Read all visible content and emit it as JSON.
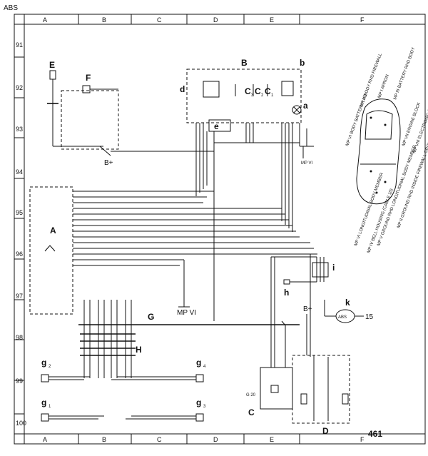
{
  "header": {
    "label": "ABS"
  },
  "grid": {
    "columns": [
      "A",
      "B",
      "C",
      "D",
      "E",
      "F"
    ],
    "rows": [
      "91",
      "92",
      "93",
      "94",
      "95",
      "96",
      "97",
      "98",
      "99",
      "100"
    ]
  },
  "figure_number": "461",
  "components": {
    "A": "A",
    "B": "B",
    "C": "C",
    "D": "D",
    "E": "E",
    "F": "F",
    "G": "G",
    "H": "H",
    "a": "a",
    "b": "b",
    "d": "d",
    "e": "e",
    "h": "h",
    "i": "i",
    "k": "k",
    "g1": "g",
    "g1_sub": "1",
    "g2": "g",
    "g2_sub": "2",
    "g3": "g",
    "g3_sub": "3",
    "g4": "g",
    "g4_sub": "4",
    "c1": "C",
    "c1_sub": "1",
    "c2": "C",
    "c2_sub": "2",
    "c3": "C",
    "c3_sub": "3"
  },
  "labels": {
    "b_plus_1": "B+",
    "b_plus_2": "B+",
    "mp_vi_1": "MP VI",
    "mp_vi_2": "MP VI",
    "g20": "G 20",
    "abs_unit": "ABS",
    "abs_terminal": "15"
  },
  "car_ground_points": [
    "MP X BODY RHD FIREWALL",
    "MP I APRON",
    "MP III BATTERY RHD BODY",
    "MP VII ENGINE BLOCK",
    "MP VIII ELECTRONIC GROUND INSIDE FIREWALL",
    "MP II GROUND RHD INSIDE FIREWALL GROUND",
    "MP V GROUND RHD LONGITUDINAL BODY MEMBER",
    "MP IV BELL HOUSING (CABLE 10)",
    "MP VI LONGITUDINAL BODY MEMBER",
    "MP VI BODY BATTERY LHD"
  ]
}
